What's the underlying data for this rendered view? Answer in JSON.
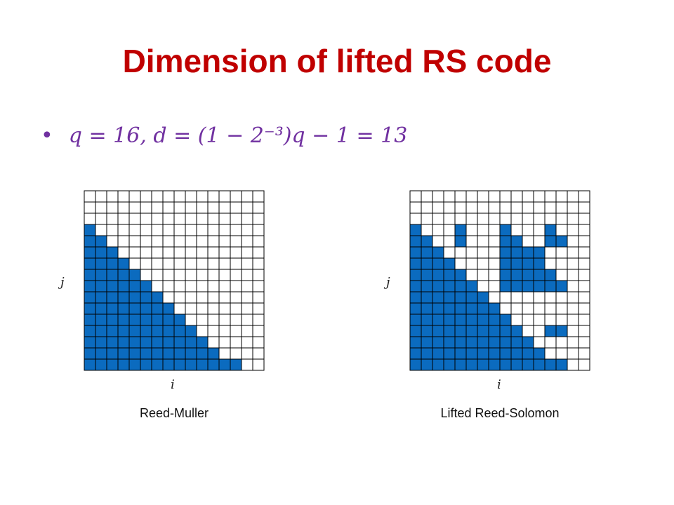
{
  "title": "Dimension of lifted RS code",
  "bullet": "q = 16, d = (1 − 2⁻³)q − 1 = 13",
  "colors": {
    "title": "#c00000",
    "bullet": "#7030a0",
    "filled": "#0b6bbf",
    "empty": "#ffffff",
    "gridline": "#000000"
  },
  "grid_size": 16,
  "grids": [
    {
      "caption": "Reed-Muller",
      "x_label": "i",
      "y_label": "j",
      "filled_rows_top_to_bottom": [
        [],
        [],
        [],
        [
          0
        ],
        [
          0,
          1
        ],
        [
          0,
          1,
          2
        ],
        [
          0,
          1,
          2,
          3
        ],
        [
          0,
          1,
          2,
          3,
          4
        ],
        [
          0,
          1,
          2,
          3,
          4,
          5
        ],
        [
          0,
          1,
          2,
          3,
          4,
          5,
          6
        ],
        [
          0,
          1,
          2,
          3,
          4,
          5,
          6,
          7
        ],
        [
          0,
          1,
          2,
          3,
          4,
          5,
          6,
          7,
          8
        ],
        [
          0,
          1,
          2,
          3,
          4,
          5,
          6,
          7,
          8,
          9
        ],
        [
          0,
          1,
          2,
          3,
          4,
          5,
          6,
          7,
          8,
          9,
          10
        ],
        [
          0,
          1,
          2,
          3,
          4,
          5,
          6,
          7,
          8,
          9,
          10,
          11
        ],
        [
          0,
          1,
          2,
          3,
          4,
          5,
          6,
          7,
          8,
          9,
          10,
          11,
          12,
          13
        ]
      ]
    },
    {
      "caption": "Lifted Reed-Solomon",
      "x_label": "i",
      "y_label": "j",
      "filled_rows_top_to_bottom": [
        [],
        [],
        [],
        [
          0,
          4,
          8,
          12
        ],
        [
          0,
          1,
          4,
          8,
          9,
          12,
          13
        ],
        [
          0,
          1,
          2,
          8,
          9,
          10,
          11
        ],
        [
          0,
          1,
          2,
          3,
          8,
          9,
          10,
          11
        ],
        [
          0,
          1,
          2,
          3,
          4,
          8,
          9,
          10,
          11,
          12
        ],
        [
          0,
          1,
          2,
          3,
          4,
          5,
          8,
          9,
          10,
          11,
          12,
          13
        ],
        [
          0,
          1,
          2,
          3,
          4,
          5,
          6
        ],
        [
          0,
          1,
          2,
          3,
          4,
          5,
          6,
          7
        ],
        [
          0,
          1,
          2,
          3,
          4,
          5,
          6,
          7,
          8
        ],
        [
          0,
          1,
          2,
          3,
          4,
          5,
          6,
          7,
          8,
          9,
          12,
          13
        ],
        [
          0,
          1,
          2,
          3,
          4,
          5,
          6,
          7,
          8,
          9,
          10
        ],
        [
          0,
          1,
          2,
          3,
          4,
          5,
          6,
          7,
          8,
          9,
          10,
          11
        ],
        [
          0,
          1,
          2,
          3,
          4,
          5,
          6,
          7,
          8,
          9,
          10,
          11,
          12,
          13
        ]
      ]
    }
  ]
}
